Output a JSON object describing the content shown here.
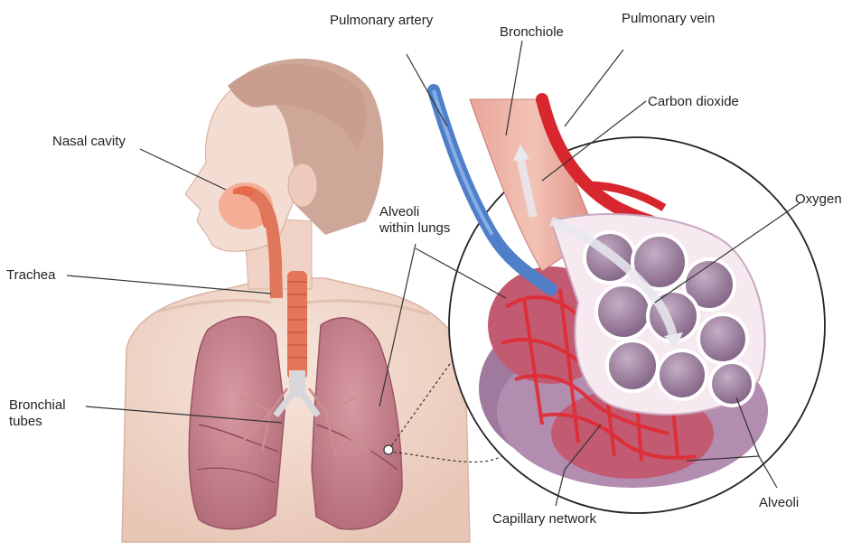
{
  "labels": {
    "pulmonary_artery": "Pulmonary artery",
    "bronchiole": "Bronchiole",
    "pulmonary_vein": "Pulmonary vein",
    "carbon_dioxide": "Carbon dioxide",
    "nasal_cavity": "Nasal cavity",
    "oxygen": "Oxygen",
    "alveoli_within_lungs_line1": "Alveoli",
    "alveoli_within_lungs_line2": "within lungs",
    "trachea": "Trachea",
    "bronchial_tubes_line1": "Bronchial",
    "bronchial_tubes_line2": "tubes",
    "capillary_network": "Capillary network",
    "alveoli": "Alveoli"
  },
  "colors": {
    "skin": "#f3ddd2",
    "skin_shadow": "#e8c8b9",
    "hair": "#cfa99a",
    "lung": "#c97b86",
    "lung_dark": "#a9576a",
    "trachea": "#e0765a",
    "artery_blue": "#4f7fc8",
    "vein_red": "#d8262e",
    "capillary_red": "#e02b32",
    "alveolus_purple": "#8e6f8e",
    "alveolus_inner": "#a68aa6",
    "leader_line": "#333333"
  }
}
